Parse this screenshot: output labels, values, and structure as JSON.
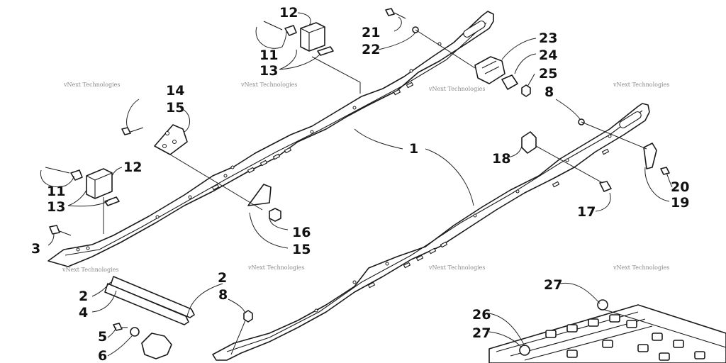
{
  "callouts": {
    "c1": "1",
    "c2a": "2",
    "c2b": "2",
    "c3": "3",
    "c4": "4",
    "c5": "5",
    "c6": "6",
    "c8a": "8",
    "c8b": "8",
    "c11a": "11",
    "c11b": "11",
    "c12a": "12",
    "c12b": "12",
    "c13a": "13",
    "c13b": "13",
    "c14": "14",
    "c15a": "15",
    "c15b": "15",
    "c16": "16",
    "c17": "17",
    "c18": "18",
    "c19": "19",
    "c20": "20",
    "c21": "21",
    "c22": "22",
    "c23": "23",
    "c24": "24",
    "c25": "25",
    "c26": "26",
    "c27a": "27",
    "c27b": "27"
  },
  "watermark": "vNext Technologies"
}
